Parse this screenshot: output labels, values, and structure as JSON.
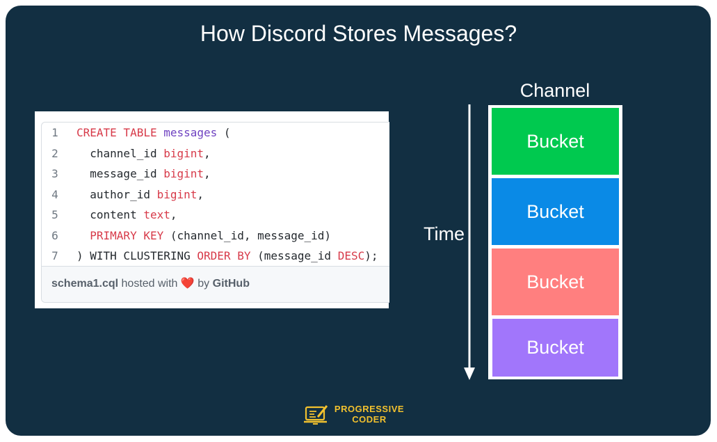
{
  "title": "How Discord Stores Messages?",
  "code": {
    "lines": [
      {
        "num": "1",
        "parts": [
          {
            "t": "CREATE TABLE",
            "c": "kw"
          },
          {
            "t": " ",
            "c": ""
          },
          {
            "t": "messages",
            "c": "tn"
          },
          {
            "t": " (",
            "c": ""
          }
        ]
      },
      {
        "num": "2",
        "parts": [
          {
            "t": "  channel_id ",
            "c": ""
          },
          {
            "t": "bigint",
            "c": "kw"
          },
          {
            "t": ",",
            "c": ""
          }
        ]
      },
      {
        "num": "3",
        "parts": [
          {
            "t": "  message_id ",
            "c": ""
          },
          {
            "t": "bigint",
            "c": "kw"
          },
          {
            "t": ",",
            "c": ""
          }
        ]
      },
      {
        "num": "4",
        "parts": [
          {
            "t": "  author_id ",
            "c": ""
          },
          {
            "t": "bigint",
            "c": "kw"
          },
          {
            "t": ",",
            "c": ""
          }
        ]
      },
      {
        "num": "5",
        "parts": [
          {
            "t": "  content ",
            "c": ""
          },
          {
            "t": "text",
            "c": "kw"
          },
          {
            "t": ",",
            "c": ""
          }
        ]
      },
      {
        "num": "6",
        "parts": [
          {
            "t": "  ",
            "c": ""
          },
          {
            "t": "PRIMARY KEY",
            "c": "kw"
          },
          {
            "t": " (channel_id, message_id)",
            "c": ""
          }
        ]
      },
      {
        "num": "7",
        "parts": [
          {
            "t": ") WITH CLUSTERING ",
            "c": ""
          },
          {
            "t": "ORDER BY",
            "c": "kw"
          },
          {
            "t": " (message_id ",
            "c": ""
          },
          {
            "t": "DESC",
            "c": "kw"
          },
          {
            "t": ");",
            "c": ""
          }
        ]
      }
    ],
    "footer": {
      "filename": "schema1.cql",
      "hosted_with": "hosted with",
      "by": "by",
      "host": "GitHub"
    }
  },
  "time_label": "Time",
  "channel_label": "Channel",
  "buckets": [
    {
      "label": "Bucket",
      "color": "#00c94f"
    },
    {
      "label": "Bucket",
      "color": "#0a8ae6"
    },
    {
      "label": "Bucket",
      "color": "#ff7f7f"
    },
    {
      "label": "Bucket",
      "color": "#a176fb"
    }
  ],
  "logo": {
    "line1": "PROGRESSIVE",
    "line2": "CODER",
    "color": "#f2c12e"
  },
  "colors": {
    "background": "#122f42",
    "keyword": "#d73a49",
    "table_name": "#6f42c1"
  }
}
